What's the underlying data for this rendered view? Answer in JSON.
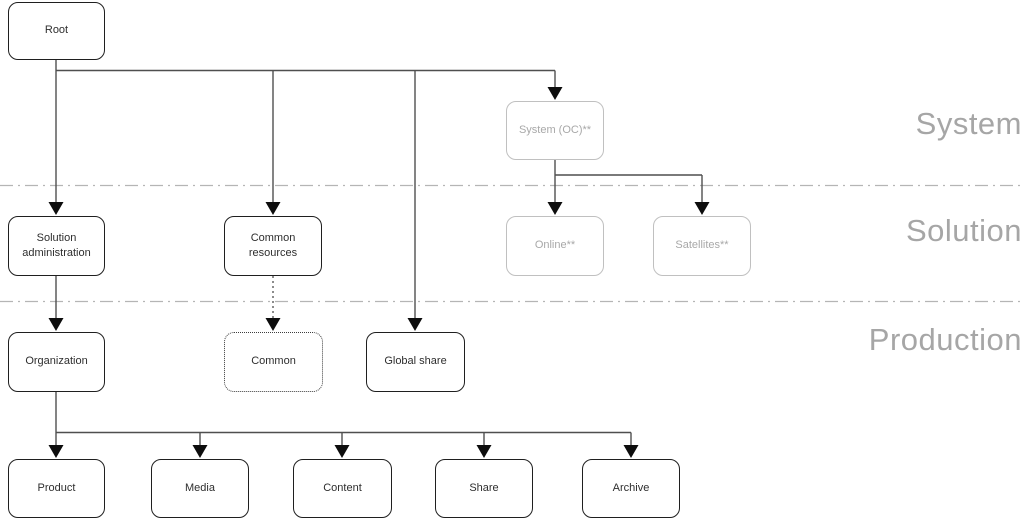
{
  "zones": {
    "system": {
      "label": "System"
    },
    "solution": {
      "label": "Solution"
    },
    "production": {
      "label": "Production"
    }
  },
  "nodes": {
    "root": {
      "label": "Root"
    },
    "system_oc": {
      "label": "System (OC)**"
    },
    "solution_administration": {
      "label": "Solution administration"
    },
    "common_resources": {
      "label": "Common resources"
    },
    "online": {
      "label": "Online**"
    },
    "satellites": {
      "label": "Satellites**"
    },
    "organization": {
      "label": "Organization"
    },
    "common": {
      "label": "Common"
    },
    "global_share": {
      "label": "Global share"
    },
    "product": {
      "label": "Product"
    },
    "media": {
      "label": "Media"
    },
    "content": {
      "label": "Content"
    },
    "share": {
      "label": "Share"
    },
    "archive": {
      "label": "Archive"
    }
  },
  "colors": {
    "background": "#ffffff",
    "node_border_dark": "#1f1f1f",
    "node_text_dark": "#2e2e2e",
    "node_border_gray": "#c0c0c0",
    "node_text_gray": "#a8a8a8",
    "connector": "#4f4f4f",
    "arrowhead": "#0d0d0d",
    "divider": "#b5b5b5",
    "zone_label": "#a6a6a6"
  }
}
